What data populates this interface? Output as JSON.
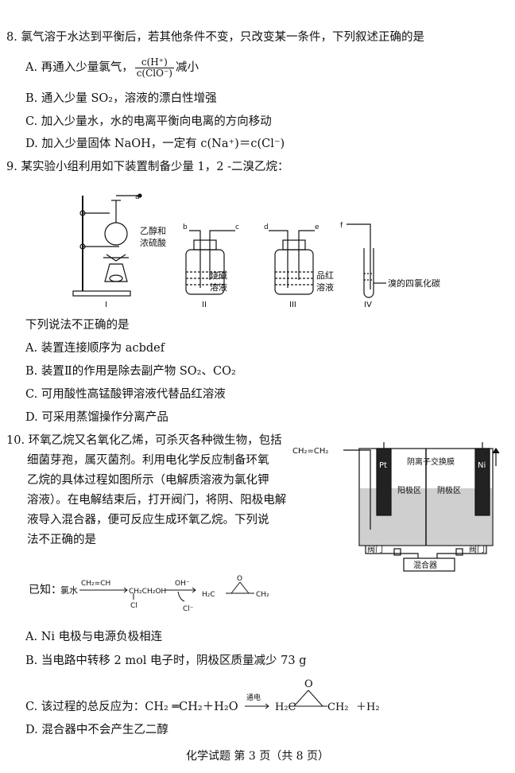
{
  "q8": {
    "stem": "8. 氯气溶于水达到平衡后，若其他条件不变，只改变某一条件，下列叙述正确的是",
    "a_prefix": "A. 再通入少量氯气，",
    "a_num": "c(H⁺)",
    "a_den": "c(ClO⁻)",
    "a_suffix": "减小",
    "b": "B. 通入少量 SO₂，溶液的漂白性增强",
    "c": "C. 加入少量水，水的电离平衡向电离的方向移动",
    "d": "D. 加入少量固体 NaOH，一定有 c(Na⁺)＝c(Cl⁻)"
  },
  "q9": {
    "stem": "9. 某实验小组利用如下装置制备少量 1，2 -二溴乙烷：",
    "figure": {
      "label_ethanol": "乙醇和",
      "label_acid": "浓硫酸",
      "label_naoh_1": "烧碱",
      "label_naoh_2": "溶液",
      "label_pinred_1": "品红",
      "label_pinred_2": "溶液",
      "label_br": "溴的四氯化碳",
      "letters": [
        "a",
        "b",
        "c",
        "d",
        "e",
        "f"
      ],
      "roman": [
        "I",
        "II",
        "III",
        "IV"
      ]
    },
    "sub": "下列说法不正确的是",
    "a": "A. 装置连接顺序为 acbdef",
    "b": "B. 装置Ⅱ的作用是除去副产物 SO₂、CO₂",
    "c": "C. 可用酸性高锰酸钾溶液代替品红溶液",
    "d": "D. 可采用蒸馏操作分离产品"
  },
  "q10": {
    "stem_lines": [
      "10. 环氧乙烷又名氧化乙烯，可杀灭各种微生物，包括",
      "细菌芽孢，属灭菌剂。利用电化学反应制备环氧",
      "乙烷的具体过程如图所示（电解质溶液为氯化钾",
      "溶液）。在电解结束后，打开阀门，将阴、阳极电解",
      "液导入混合器，便可反应生成环氧乙烷。下列说",
      "法不正确的是"
    ],
    "known_prefix": "已知：",
    "known_chlorine": "氯水",
    "known_reagent": "CH₂=CH",
    "known_product": "CH₂CH₂OH",
    "known_cl1": "Cl",
    "known_oh": "OH⁻",
    "known_cl2": "Cl⁻",
    "known_final_left": "H₂C",
    "known_final_right": "CH₂",
    "known_o": "O",
    "figure": {
      "gas": "CH₂=CH₂",
      "pt": "Pt",
      "ni": "Ni",
      "membrane": "阴离子交换膜",
      "anode": "阳极区",
      "cathode": "阴极区",
      "valve_left": "阀门",
      "valve_right": "阀门",
      "mixer": "混合器"
    },
    "a": "A. Ni 电极与电源负极相连",
    "b": "B. 当电路中转移 2 mol 电子时，阴极区质量减少 73 g",
    "c_prefix": "C. 该过程的总反应为：CH₂ ═CH₂＋H₂O",
    "c_arrow_label": "通电",
    "c_h2c": "H₂C",
    "c_ch2": "CH₂",
    "c_o": "O",
    "c_suffix": "＋H₂",
    "d": "D. 混合器中不会产生乙二醇"
  },
  "footer": "化学试题  第 3 页（共 8 页）"
}
